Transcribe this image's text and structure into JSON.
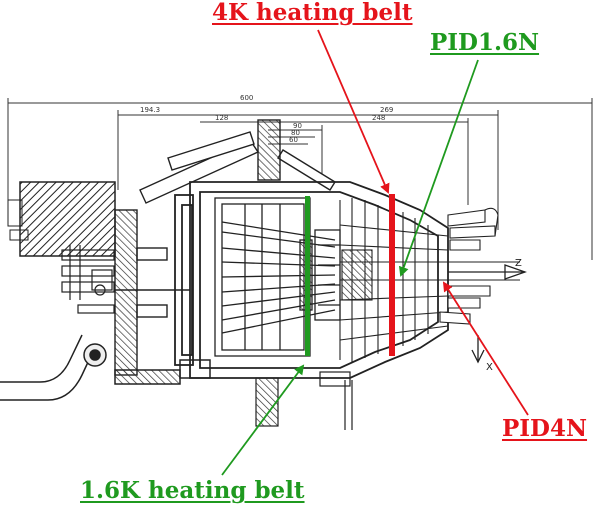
{
  "labels": {
    "heating_4k": "4K heating belt",
    "pid16": "PID1.6N",
    "pid4": "PID4N",
    "heating_16k": "1.6K heating belt"
  },
  "dimensions": {
    "overall": "600",
    "d1": "194.3",
    "d2": "269",
    "d3": "128",
    "d4": "248",
    "d5": "90",
    "d6": "80",
    "d7": "60"
  },
  "axes": {
    "z": "Z",
    "x": "X"
  },
  "colors": {
    "red": "#e5141b",
    "green": "#1f9a1f",
    "drawing": "#222222"
  }
}
